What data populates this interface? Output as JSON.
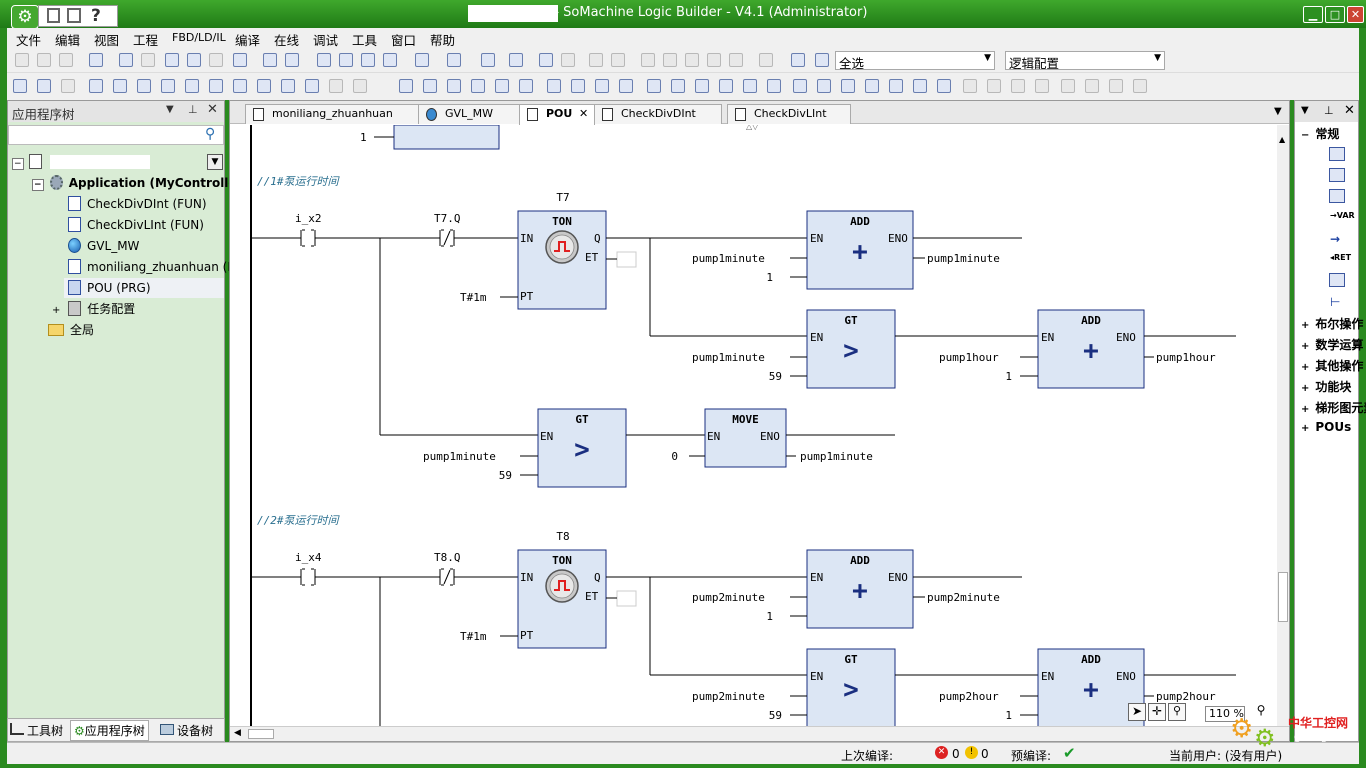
{
  "window": {
    "title": "project* - SoMachine Logic Builder - V4.1 (Administrator)"
  },
  "quick_access": [
    "save-icon",
    "save-all-icon",
    "help-icon"
  ],
  "menu": [
    "文件",
    "编辑",
    "视图",
    "工程",
    "FBD/LD/IL",
    "编译",
    "在线",
    "调试",
    "工具",
    "窗口",
    "帮助"
  ],
  "toolbar": {
    "select_combo": "全选",
    "config_combo": "逻辑配置"
  },
  "left_panel": {
    "title": "应用程序树",
    "tree": [
      {
        "label": "Application (MyController)",
        "bold": true
      },
      {
        "label": "CheckDivDInt (FUN)"
      },
      {
        "label": "CheckDivLInt (FUN)"
      },
      {
        "label": "GVL_MW"
      },
      {
        "label": "moniliang_zhuanhuan (FB)"
      },
      {
        "label": "POU (PRG)"
      },
      {
        "label": "任务配置"
      },
      {
        "label": "全局"
      }
    ],
    "bottom_tabs": [
      "工具树",
      "应用程序树",
      "设备树"
    ]
  },
  "editor": {
    "tabs": [
      {
        "label": "moniliang_zhuanhuan"
      },
      {
        "label": "GVL_MW"
      },
      {
        "label": "POU"
      },
      {
        "label": "CheckDivDInt"
      },
      {
        "label": "CheckDivLInt"
      }
    ],
    "zoom": "110 %"
  },
  "ld": {
    "top_value": "1",
    "networks": [
      {
        "comment": "//1#泵运行时间",
        "contact1": "i_x2",
        "contact2": "T7.Q",
        "timer_instance": "T7",
        "timer_type": "TON",
        "pt": "T#1m",
        "add1": {
          "title": "ADD",
          "in1": "pump1minute",
          "in2": "1",
          "out": "pump1minute"
        },
        "gt1": {
          "title": "GT",
          "in1": "pump1minute",
          "in2": "59"
        },
        "add2": {
          "title": "ADD",
          "in1": "pump1hour",
          "in2": "1",
          "out": "pump1hour"
        },
        "gt2": {
          "title": "GT",
          "in1": "pump1minute",
          "in2": "59"
        },
        "move": {
          "title": "MOVE",
          "in": "0",
          "out": "pump1minute"
        }
      },
      {
        "comment": "//2#泵运行时间",
        "contact1": "i_x4",
        "contact2": "T8.Q",
        "timer_instance": "T8",
        "timer_type": "TON",
        "pt": "T#1m",
        "add1": {
          "title": "ADD",
          "in1": "pump2minute",
          "in2": "1",
          "out": "pump2minute"
        },
        "gt1": {
          "title": "GT",
          "in1": "pump2minute",
          "in2": "59"
        },
        "add2": {
          "title": "ADD",
          "in1": "pump2hour",
          "in2": "1",
          "out": "pump2hour"
        }
      }
    ]
  },
  "right_panel": {
    "items": [
      "常规",
      "布尔操作",
      "数学运算",
      "其他操作",
      "功能块",
      "梯形图元素",
      "POUs"
    ]
  },
  "status": {
    "last_compile": "上次编译:",
    "errors": "0",
    "warnings": "0",
    "precompile": "预编译:",
    "current_user": "当前用户: (没有用户)"
  },
  "watermark": {
    "text": "中华工控网",
    "url": "gkong.com"
  },
  "colors": {
    "window_green": "#2a8a1f",
    "fb_fill": "#dce6f4",
    "fb_border": "#1a2f80",
    "comment": "#2a6f8f"
  }
}
